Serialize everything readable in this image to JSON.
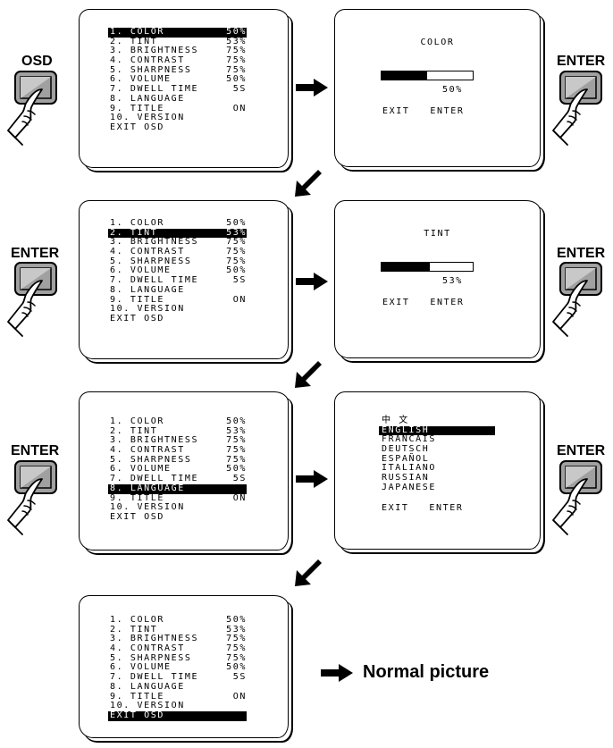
{
  "buttons": {
    "osd": "OSD",
    "enter": "ENTER"
  },
  "menu": [
    {
      "label": "1. COLOR",
      "value": "50%"
    },
    {
      "label": "2. TINT",
      "value": "53%"
    },
    {
      "label": "3. BRIGHTNESS",
      "value": "75%"
    },
    {
      "label": "4. CONTRAST",
      "value": "75%"
    },
    {
      "label": "5. SHARPNESS",
      "value": "75%"
    },
    {
      "label": "6. VOLUME",
      "value": "50%"
    },
    {
      "label": "7. DWELL TIME",
      "value": "5S"
    },
    {
      "label": "8. LANGUAGE",
      "value": ""
    },
    {
      "label": "9. TITLE",
      "value": "ON"
    },
    {
      "label": "10. VERSION",
      "value": ""
    },
    {
      "label": "EXIT OSD",
      "value": ""
    }
  ],
  "color_screen": {
    "title": "COLOR",
    "level": 0.5,
    "percent": "50%",
    "exit": "EXIT   ENTER"
  },
  "tint_screen": {
    "title": "TINT",
    "level": 0.53,
    "percent": "53%",
    "exit": "EXIT   ENTER"
  },
  "language_screen": {
    "items": [
      "中 文",
      "ENGLISH",
      "FRANCAIS",
      "DEUTSCH",
      "ESPAÑOL",
      "ITALIANO",
      "RUSSIAN",
      "JAPANESE"
    ],
    "selected": 1,
    "exit": "EXIT   ENTER"
  },
  "menu_highlights": [
    0,
    1,
    7,
    10
  ],
  "normal_picture": "Normal picture"
}
